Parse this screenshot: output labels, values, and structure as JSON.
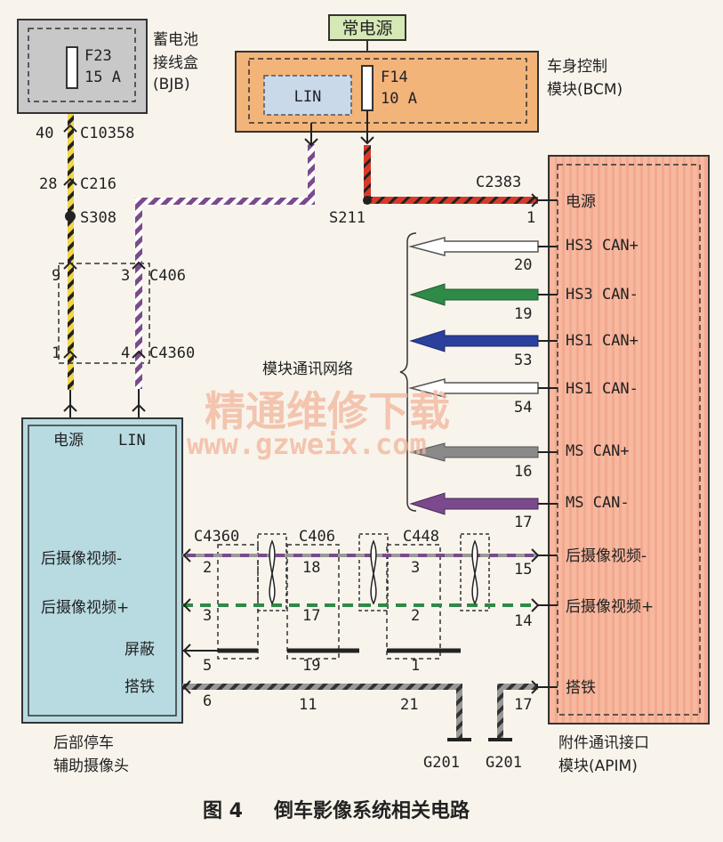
{
  "colors": {
    "bjb_fill": "#c8c8c8",
    "bcm_fill": "#f3b47a",
    "apim_fill": "#f7b8a0",
    "camera_fill": "#b8dbe2",
    "power_tag_fill": "#d6e8b6",
    "lin_fill": "#c9d9ea",
    "wire_yellow": "#f2d64a",
    "wire_red": "#d63a2a",
    "wire_purple": "#7a4a8c",
    "wire_green": "#2e8a46",
    "wire_blue": "#2b3f9c",
    "wire_gray": "#8a8a8a",
    "watermark": "#f2b59a"
  },
  "power_tag": "常电源",
  "bjb": {
    "fuse": "F23",
    "rating": "15 A",
    "label_line1": "蓄电池",
    "label_line2": "接线盒",
    "label_line3": "(BJB)"
  },
  "bcm": {
    "lin": "LIN",
    "fuse": "F14",
    "rating": "10 A",
    "label_line1": "车身控制",
    "label_line2": "模块(BCM)"
  },
  "left_wire": {
    "pin_40": "40",
    "conn_c10358": "C10358",
    "pin_28": "28",
    "conn_c216": "C216",
    "splice_s308": "S308",
    "pin_9": "9",
    "pin_1": "1"
  },
  "lin_wire": {
    "pin_3": "3",
    "conn_c406": "C406",
    "pin_4": "4",
    "conn_c4360": "C4360"
  },
  "s211": "S211",
  "apim": {
    "conn": "C2383",
    "power_label": "电源",
    "power_pin": "1",
    "signals": [
      {
        "label": "HS3 CAN+",
        "pin": "20"
      },
      {
        "label": "HS3 CAN-",
        "pin": "19"
      },
      {
        "label": "HS1 CAN+",
        "pin": "53"
      },
      {
        "label": "HS1 CAN-",
        "pin": "54"
      },
      {
        "label": "MS CAN+",
        "pin": "16"
      },
      {
        "label": "MS CAN-",
        "pin": "17"
      },
      {
        "label": "后摄像视频-",
        "pin": "15"
      },
      {
        "label": "后摄像视频+",
        "pin": "14"
      }
    ],
    "ground_label": "搭铁",
    "ground_pin": "17",
    "label_line1": "附件通讯接口",
    "label_line2": "模块(APIM)"
  },
  "network_label": "模块通讯网络",
  "camera": {
    "power_label": "电源",
    "lin_label": "LIN",
    "rows": [
      {
        "label": "后摄像视频-",
        "pin": "2"
      },
      {
        "label": "后摄像视频+",
        "pin": "3"
      },
      {
        "label": "屏蔽",
        "pin": "5"
      },
      {
        "label": "搭铁",
        "pin": "6"
      }
    ],
    "label_line1": "后部停车",
    "label_line2": "辅助摄像头"
  },
  "inline": {
    "conn_c4360": "C4360",
    "conn_c406": "C406",
    "conn_c448": "C448",
    "c406_pins": [
      "18",
      "17",
      "19",
      "11"
    ],
    "c448_pins": [
      "3",
      "2",
      "1",
      "21"
    ]
  },
  "grounds": [
    "G201",
    "G201"
  ],
  "watermark_cn": "精通维修下载",
  "watermark_url": "www.gzweix.com",
  "caption": {
    "number": "图 4",
    "title": "倒车影像系统相关电路"
  }
}
